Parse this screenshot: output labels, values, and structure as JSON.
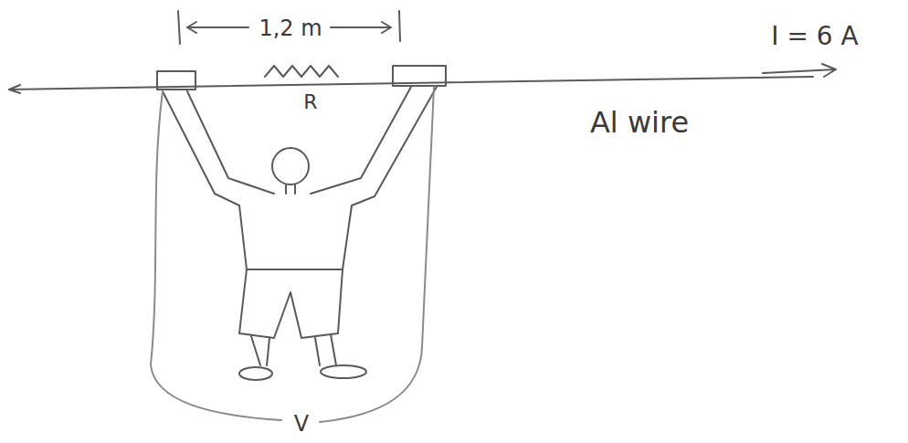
{
  "diagram": {
    "labels": [
      "1,2 m",
      "I = 6 A",
      "R",
      "Al wire",
      "V"
    ]
  }
}
